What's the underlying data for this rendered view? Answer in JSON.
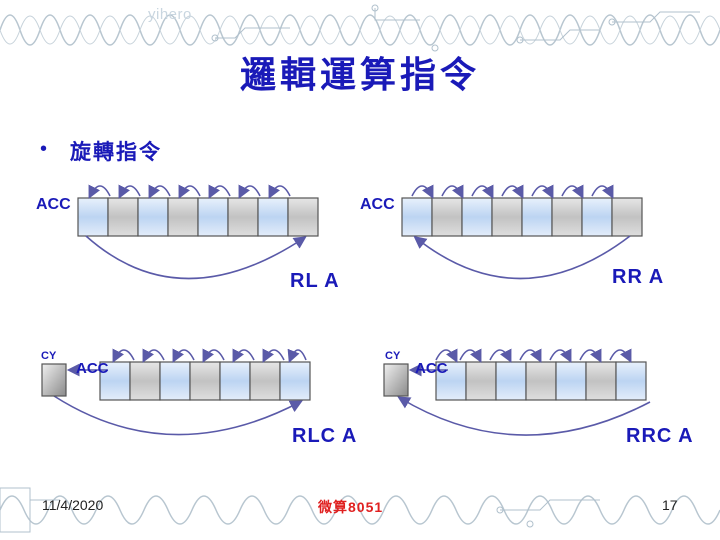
{
  "watermark": "yihero",
  "title": "邏輯運算指令",
  "bullet": "旋轉指令",
  "diagrams": {
    "rl": {
      "acc_label": "ACC",
      "instruction": "RL A"
    },
    "rr": {
      "acc_label": "ACC",
      "instruction": "RR A"
    },
    "rlc": {
      "cy_label": "CY",
      "acc_label": "ACC",
      "instruction": "RLC A"
    },
    "rrc": {
      "cy_label": "CY",
      "acc_label": "ACC",
      "instruction": "RRC A"
    }
  },
  "footer": {
    "date": "11/4/2020",
    "center": "微算8051",
    "page": "17"
  },
  "colors": {
    "title": "#1a1ab8",
    "bit_blue": "#c8dcf5",
    "bit_gray": "#c8c8c8",
    "arrow": "#5a5aa8",
    "footer_center": "#e02020"
  }
}
